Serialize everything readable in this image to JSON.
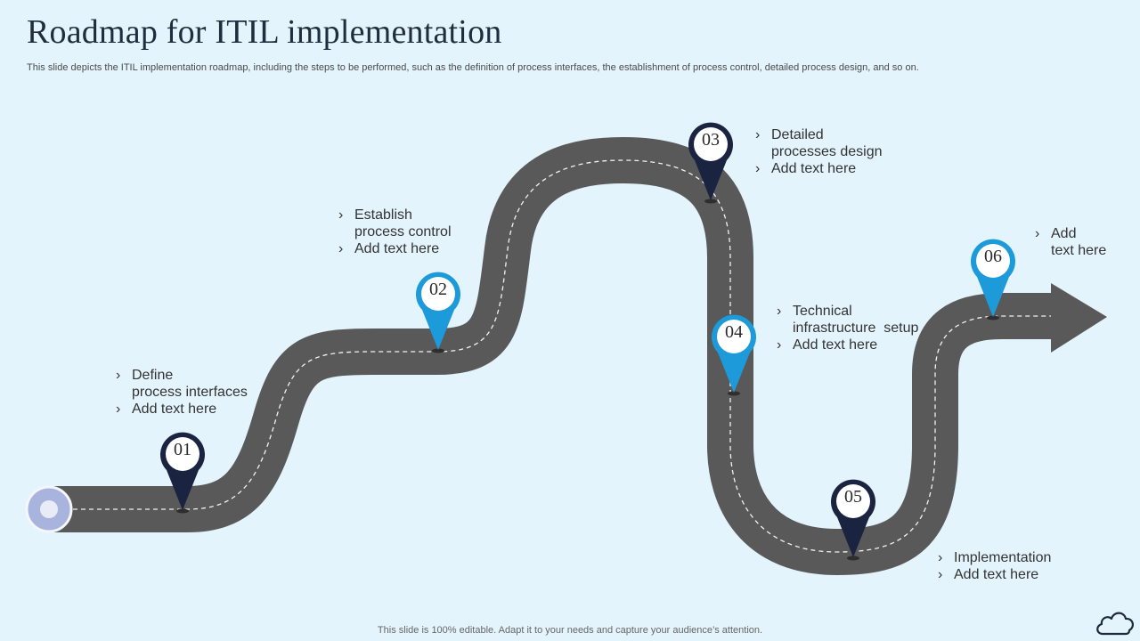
{
  "page": {
    "title": "Roadmap for ITIL implementation",
    "subtitle": "This slide depicts the ITIL implementation roadmap, including the steps to be performed, such as the definition of process interfaces, the establishment of process control, detailed process design, and so on.",
    "footer": "This slide is 100% editable. Adapt it to your needs and capture your audience’s attention."
  },
  "colors": {
    "background": "#e3f4fc",
    "road": "#595959",
    "pin_dark": "#1a2340",
    "pin_blue": "#1d9ad9",
    "start_node": "#8a96c8"
  },
  "icons": {
    "cloud": "cloud-icon",
    "pin": "map-pin-icon"
  },
  "steps": [
    {
      "number": "01",
      "lines": [
        "Define",
        "process interfaces",
        "Add text here"
      ]
    },
    {
      "number": "02",
      "lines": [
        "Establish",
        "process control",
        "Add text here"
      ]
    },
    {
      "number": "03",
      "lines": [
        "Detailed",
        "processes design",
        "Add text here"
      ]
    },
    {
      "number": "04",
      "lines": [
        "Technical",
        "infrastructure  setup",
        "Add text here"
      ]
    },
    {
      "number": "05",
      "lines": [
        "Implementation",
        "Add text here"
      ]
    },
    {
      "number": "06",
      "lines": [
        "Add",
        "text here"
      ]
    }
  ]
}
